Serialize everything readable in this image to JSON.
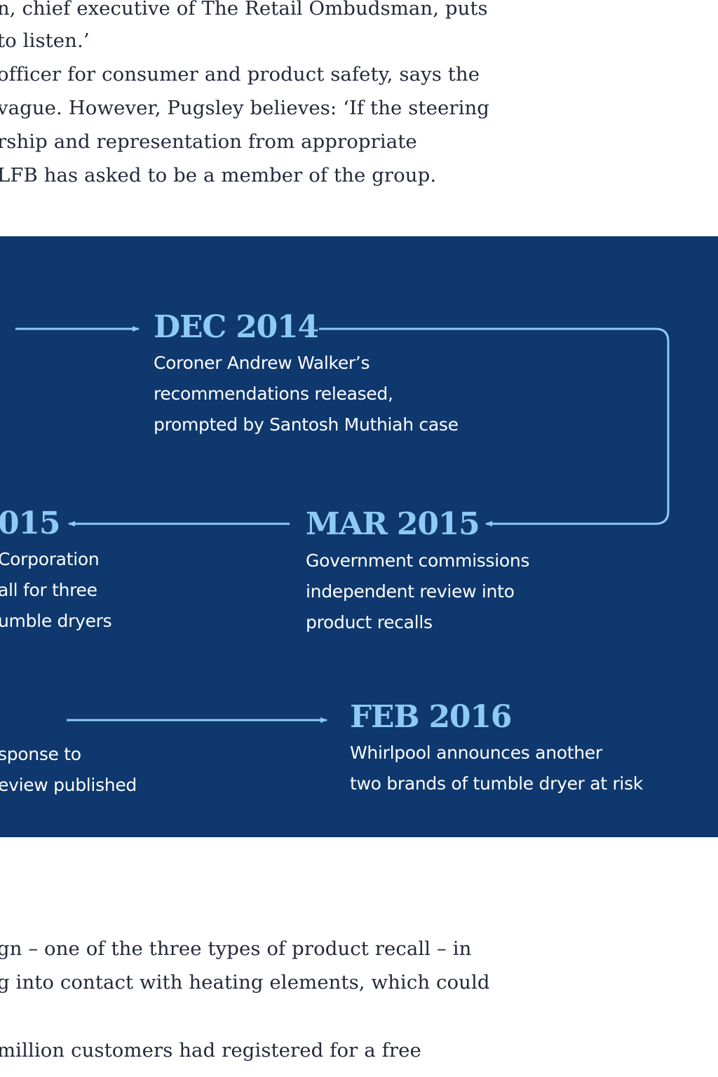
{
  "article": {
    "top_lines": [
      "n, chief executive of The Retail Ombudsman, puts",
      " to listen.’",
      "officer for consumer and product safety, says the",
      "vague. However, Pugsley believes: ‘If the steering",
      "rship and representation from appropriate",
      " LFB has asked to be a member of the group."
    ],
    "bottom_lines": [
      "gn – one of the three types of product recall – in",
      "g into contact with heating elements, which could",
      "",
      "million customers had registered for a free"
    ]
  },
  "timeline": {
    "colors": {
      "panel": "#0e386e",
      "accent": "#8ecbf4",
      "text": "#ffffff"
    },
    "events": [
      {
        "id": "dec-2014",
        "date": "DEC 2014",
        "lines": [
          "Coroner Andrew Walker’s",
          "recommendations released,",
          "prompted by Santosh Muthiah case"
        ]
      },
      {
        "id": "left-2015",
        "date": "015",
        "lines": [
          "Corporation",
          "all for three",
          "umble dryers"
        ]
      },
      {
        "id": "mar-2015",
        "date": "MAR 2015",
        "lines": [
          "Government commissions",
          "independent review into",
          "product recalls"
        ]
      },
      {
        "id": "left-2016",
        "date": "",
        "lines": [
          "sponse to",
          "eview published"
        ]
      },
      {
        "id": "feb-2016",
        "date": "FEB 2016",
        "lines": [
          "Whirlpool announces another",
          "two brands of tumble dryer at risk"
        ]
      }
    ]
  }
}
